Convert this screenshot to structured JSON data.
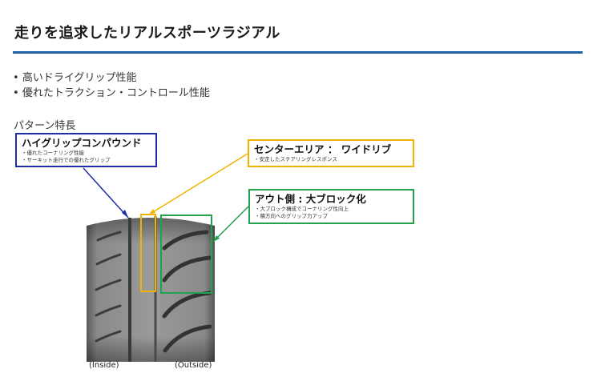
{
  "title": "走りを追求したリアルスポーツラジアル",
  "features": [
    "高いドライグリップ性能",
    "優れたトラクション・コントロール性能"
  ],
  "pattern_label": "パターン特長",
  "callouts": {
    "compound": {
      "heading": "ハイグリップコンパウンド",
      "notes": [
        "優れたコーナリング性能",
        "サーキット走行での優れたグリップ"
      ],
      "color": "#1f2ea8"
    },
    "center": {
      "heading": "センターエリア ： ワイドリブ",
      "notes": [
        "安定したステアリングレスポンス"
      ],
      "color": "#f0b400"
    },
    "outside": {
      "heading": "アウト側 : 大ブロック化",
      "notes": [
        "大ブロック構成でコーナリング性向上",
        "積方向へのグリップ力アップ"
      ],
      "color": "#22a24a"
    }
  },
  "tire_labels": {
    "inside": "(Inside)",
    "outside": "(Outside)"
  }
}
